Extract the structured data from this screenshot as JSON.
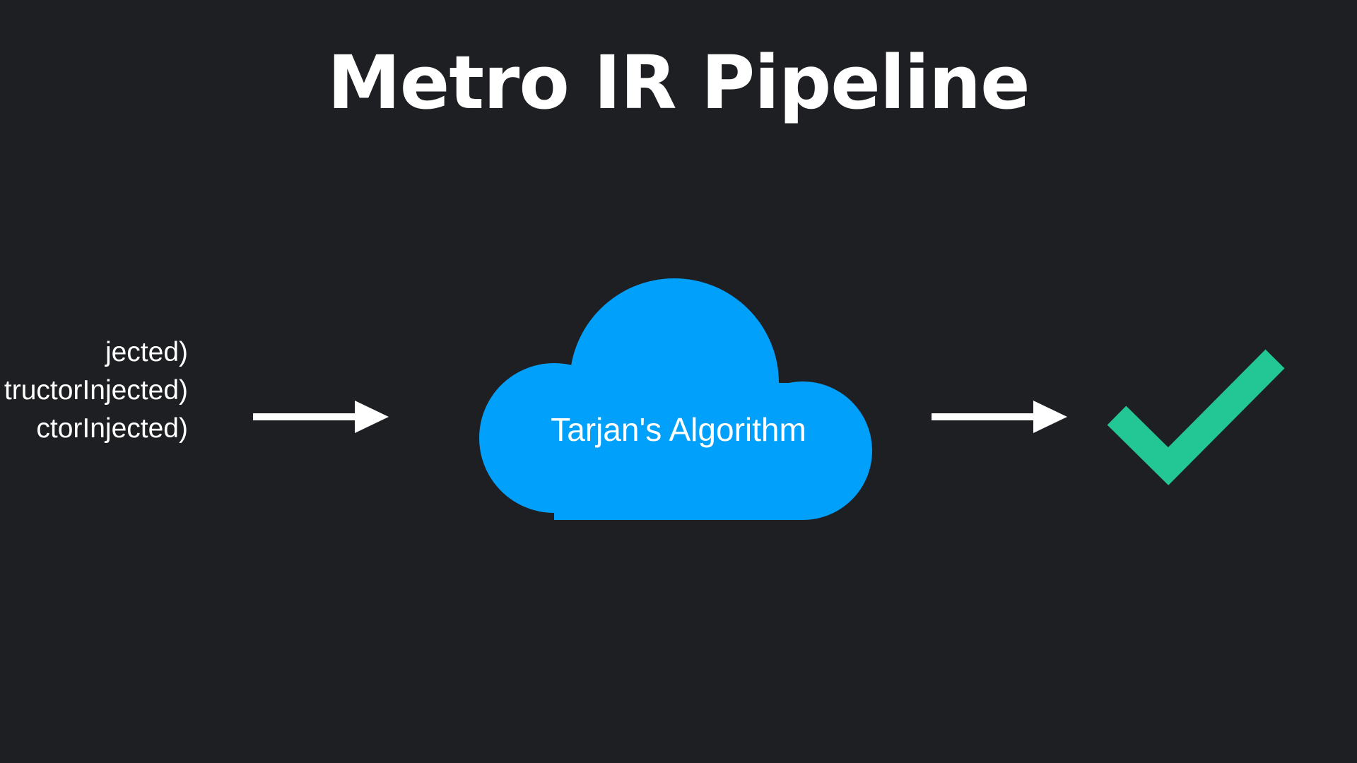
{
  "slide": {
    "background": "#1e1f23",
    "title": "Metro IR Pipeline"
  },
  "input": {
    "lines": [
      "jected)",
      "tructorInjected)",
      "ctorInjected)"
    ]
  },
  "process": {
    "label": "Tarjan's Algorithm",
    "color": "#00a0fb",
    "icon": "cloud-icon"
  },
  "arrows": {
    "color": "#ffffff",
    "icon": "right-arrow-icon"
  },
  "result": {
    "icon": "checkmark-icon",
    "color": "#23c795"
  }
}
